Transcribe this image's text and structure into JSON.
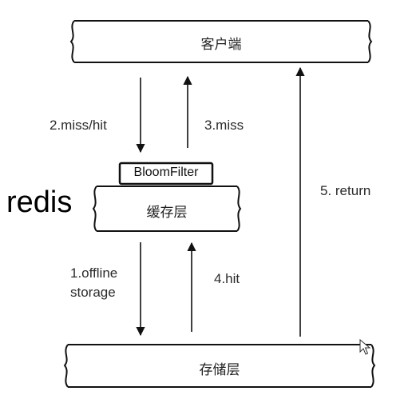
{
  "layers": {
    "client": "客户端",
    "cache": "缓存层",
    "storage": "存储层"
  },
  "filter_label": "BloomFilter",
  "side_label": "redis",
  "arrows": {
    "miss_hit": "2.miss/hit",
    "miss": "3.miss",
    "offline_line1": "1.offline",
    "offline_line2": "storage",
    "hit": "4.hit",
    "return": "5. return"
  },
  "colors": {
    "stroke": "#111111",
    "text": "#2b2b2b",
    "background": "#ffffff"
  },
  "icons": {
    "cursor": "mouse-cursor-icon"
  }
}
